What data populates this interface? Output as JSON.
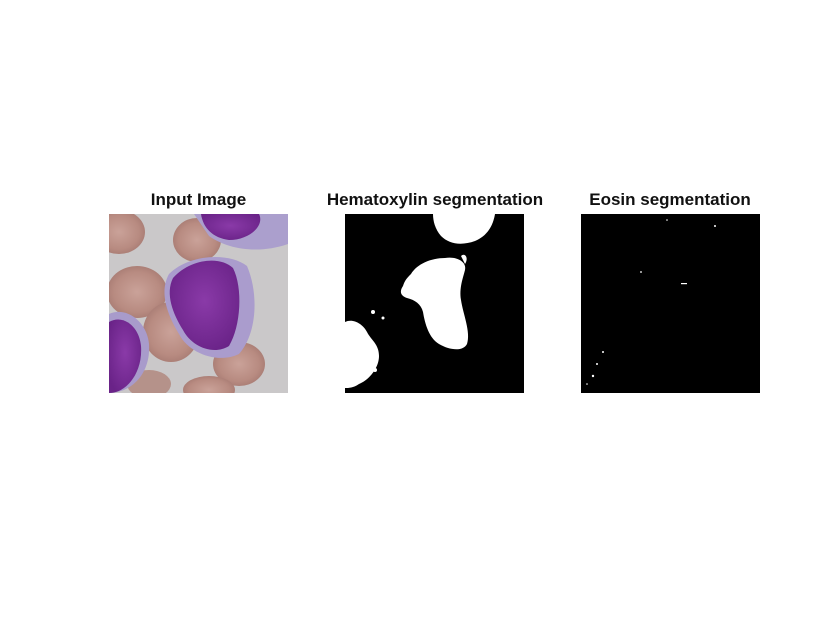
{
  "figure": {
    "panels": [
      {
        "id": "input",
        "title": "Input Image"
      },
      {
        "id": "hematoxylin",
        "title": "Hematoxylin segmentation"
      },
      {
        "id": "eosin",
        "title": "Eosin segmentation"
      }
    ]
  },
  "colors": {
    "background": "#ffffff",
    "slide_background": "#c9c7c8",
    "red_blood_cell": "#b98c82",
    "nucleus_purple": "#7a2f98",
    "cytoplasm_lilac": "#a89bcb",
    "mask_foreground": "#ffffff",
    "mask_background": "#000000"
  }
}
